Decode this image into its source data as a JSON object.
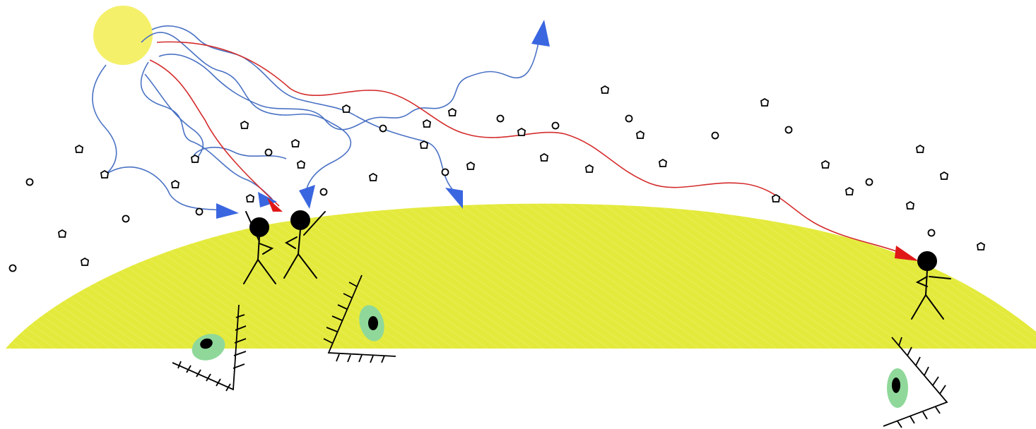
{
  "diagram": {
    "elements": {
      "sun": {
        "color": "#f5f06a"
      },
      "ground": {
        "color": "#e4ea3c",
        "texture": "diagonal-hatch"
      },
      "observers": {
        "count": 3,
        "color": "#000000",
        "figure": "stick-figure"
      },
      "eyes": {
        "count": 3,
        "iris_color": "#8fd89a",
        "pupil_color": "#000000"
      },
      "particles": {
        "color": "#000000",
        "shape": "small-outlined-dot"
      }
    },
    "rays": {
      "scattered": {
        "color": "#4a72c4",
        "arrow_color": "#3a66e0",
        "path": "wavy"
      },
      "direct": {
        "color": "#d42c2c",
        "arrow_color": "#e01818",
        "path": "wavy"
      }
    }
  }
}
